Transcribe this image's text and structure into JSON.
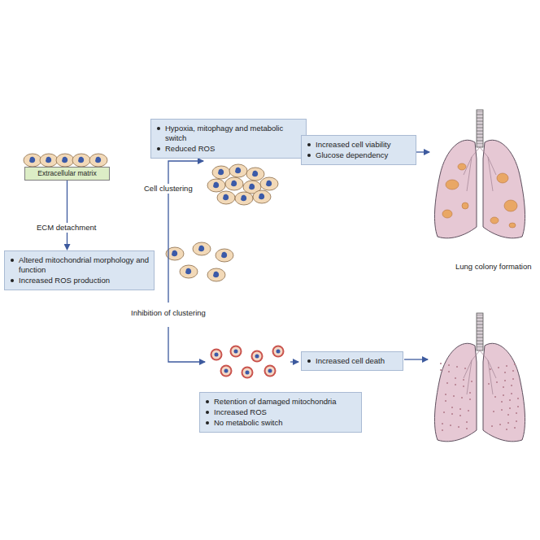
{
  "diagram": {
    "nodes": [
      {
        "text": [
          "Extracellular matrix"
        ]
      },
      {
        "text": [
          "Altered mitochondrial morphology and function",
          "Increased ROS production"
        ]
      },
      {
        "text": [
          "Hypoxia, mitophagy and metabolic switch",
          "Reduced ROS"
        ]
      },
      {
        "text": [
          "Increased cell viability",
          "Glucose dependency"
        ]
      },
      {
        "text": [
          "Increased cell death"
        ]
      },
      {
        "text": [
          "Retention of damaged mitochondria",
          "Increased ROS",
          "No metabolic switch"
        ]
      }
    ],
    "edges": [
      {
        "from": 0,
        "to": 1,
        "arrow": "to"
      }
    ],
    "labels": [
      "ECM detachment",
      "Cell clustering",
      "Inhibition of clustering",
      "Lung colony formation"
    ]
  }
}
